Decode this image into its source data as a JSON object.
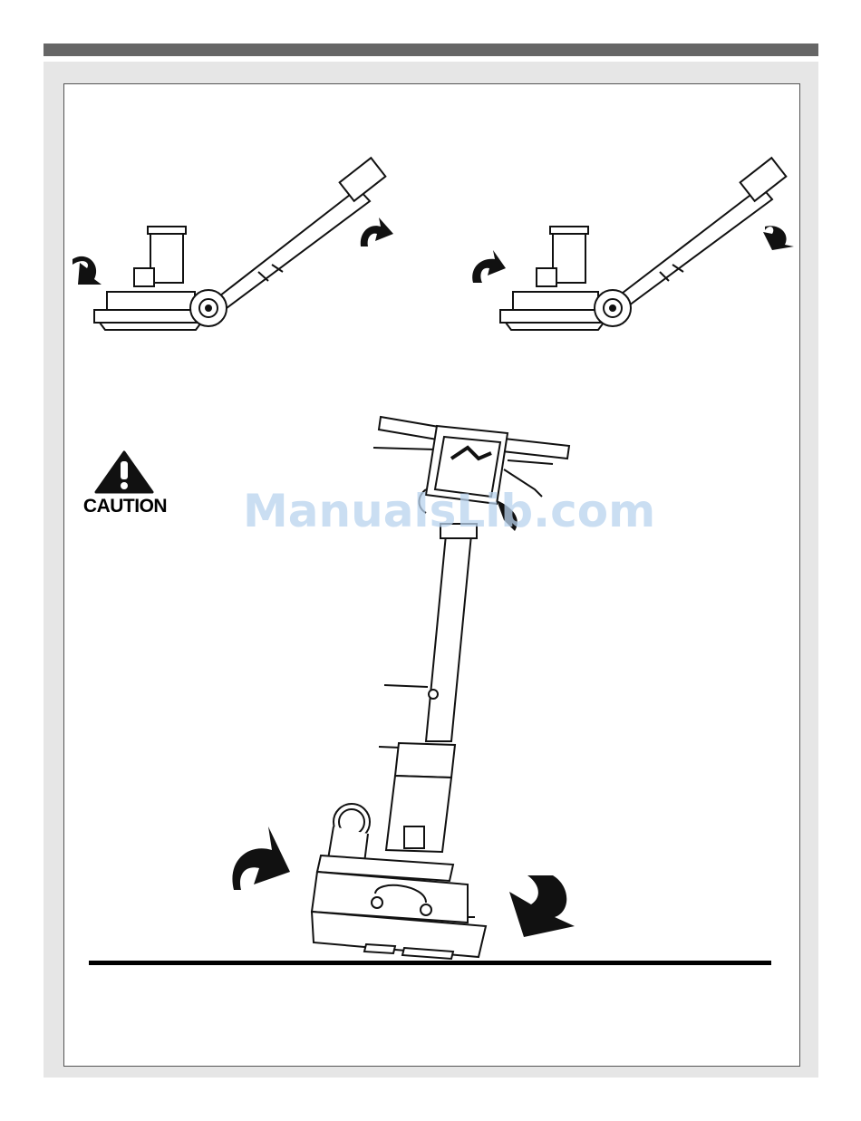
{
  "caution": {
    "label": "CAUTION"
  },
  "watermark": {
    "text": "ManualsLib.com"
  },
  "figures": {
    "top_left": {
      "icon": "grinder-side-view-handle-up"
    },
    "top_right": {
      "icon": "grinder-side-view-handle-down"
    },
    "main": {
      "icon": "grinder-front-view-tilted"
    }
  },
  "colors": {
    "frame_gray": "#e6e6e6",
    "bar_gray": "#666666",
    "watermark_blue": "#b9d3ee"
  }
}
